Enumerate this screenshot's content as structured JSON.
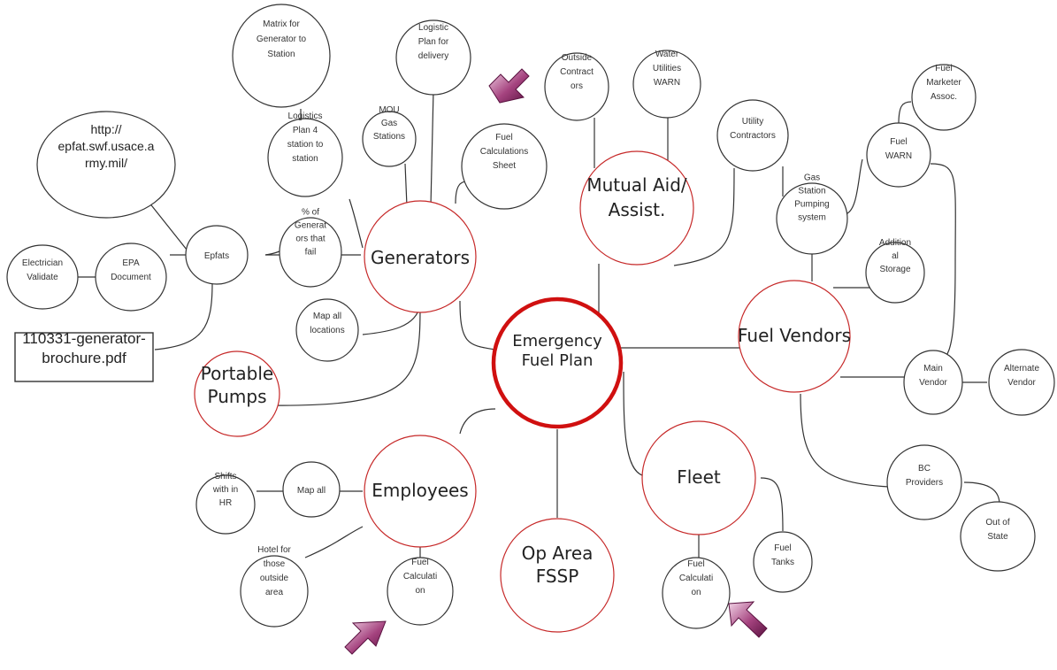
{
  "center": {
    "lines": [
      "Emergency",
      "Fuel Plan"
    ]
  },
  "hubs": {
    "generators": {
      "lines": [
        "Generators"
      ]
    },
    "mutual_aid": {
      "lines": [
        "Mutual Aid/",
        "Assist."
      ]
    },
    "fuel_vendors": {
      "lines": [
        "Fuel Vendors"
      ]
    },
    "fleet": {
      "lines": [
        "Fleet"
      ]
    },
    "op_area": {
      "lines": [
        "Op Area",
        "FSSP"
      ]
    },
    "employees": {
      "lines": [
        "Employees"
      ]
    },
    "portable_pumps": {
      "lines": [
        "Portable",
        "Pumps"
      ]
    }
  },
  "leaves": {
    "matrix": {
      "lines": [
        "Matrix for",
        "Generator to",
        "Station"
      ]
    },
    "logistic_delivery": {
      "lines": [
        "Logistic",
        "Plan for",
        "delivery"
      ]
    },
    "mou": {
      "lines": [
        "MOU",
        "Gas",
        "Stations"
      ]
    },
    "logistics_plan4": {
      "lines": [
        "Logistics",
        "Plan 4",
        "station to",
        "station"
      ]
    },
    "fuel_calc_sheet": {
      "lines": [
        "Fuel",
        "Calculations",
        "Sheet"
      ]
    },
    "outside_contractors": {
      "lines": [
        "Outside",
        "Contract",
        "ors"
      ]
    },
    "water_utilities": {
      "lines": [
        "Water",
        "Utilities",
        "WARN"
      ]
    },
    "utility_contractors": {
      "lines": [
        "Utility",
        "Contractors"
      ]
    },
    "fuel_marketer": {
      "lines": [
        "Fuel",
        "Marketer",
        "Assoc."
      ]
    },
    "fuel_warn": {
      "lines": [
        "Fuel",
        "WARN"
      ]
    },
    "gas_station": {
      "lines": [
        "Gas",
        "Station",
        "Pumping",
        "system"
      ]
    },
    "additional_storage": {
      "lines": [
        "Addition",
        "al",
        "Storage"
      ]
    },
    "main_vendor": {
      "lines": [
        "Main",
        "Vendor"
      ]
    },
    "alternate_vendor": {
      "lines": [
        "Alternate",
        "Vendor"
      ]
    },
    "bc_providers": {
      "lines": [
        "BC",
        "Providers"
      ]
    },
    "out_of_state": {
      "lines": [
        "Out of",
        "State"
      ]
    },
    "fuel_tanks": {
      "lines": [
        "Fuel",
        "Tanks"
      ]
    },
    "fleet_fuel_calc": {
      "lines": [
        "Fuel",
        "Calculati",
        "on"
      ]
    },
    "emp_fuel_calc": {
      "lines": [
        "Fuel",
        "Calculati",
        "on"
      ]
    },
    "hotel": {
      "lines": [
        "Hotel for",
        "those",
        "outside",
        "area"
      ]
    },
    "shifts": {
      "lines": [
        "Shifts",
        "with in",
        "HR"
      ]
    },
    "map_all": {
      "lines": [
        "Map all"
      ]
    },
    "map_all_locations": {
      "lines": [
        "Map all",
        "locations"
      ]
    },
    "pct_generators": {
      "lines": [
        "% of",
        "Generat",
        "ors that",
        "fail"
      ]
    },
    "epfats": {
      "lines": [
        "Epfats"
      ]
    },
    "epa_document": {
      "lines": [
        "EPA",
        "Document"
      ]
    },
    "electrician": {
      "lines": [
        "Electrician",
        "Validate"
      ]
    },
    "url": {
      "lines": [
        "http://",
        "epfat.swf.usace.a",
        "rmy.mil/"
      ]
    }
  },
  "doc_box": {
    "lines": [
      "110331-generator-",
      "brochure.pdf"
    ]
  },
  "colors": {
    "hub_stroke": "#c62828",
    "center_stroke": "#d01010",
    "arrow_fill": "#8e2a6a"
  }
}
